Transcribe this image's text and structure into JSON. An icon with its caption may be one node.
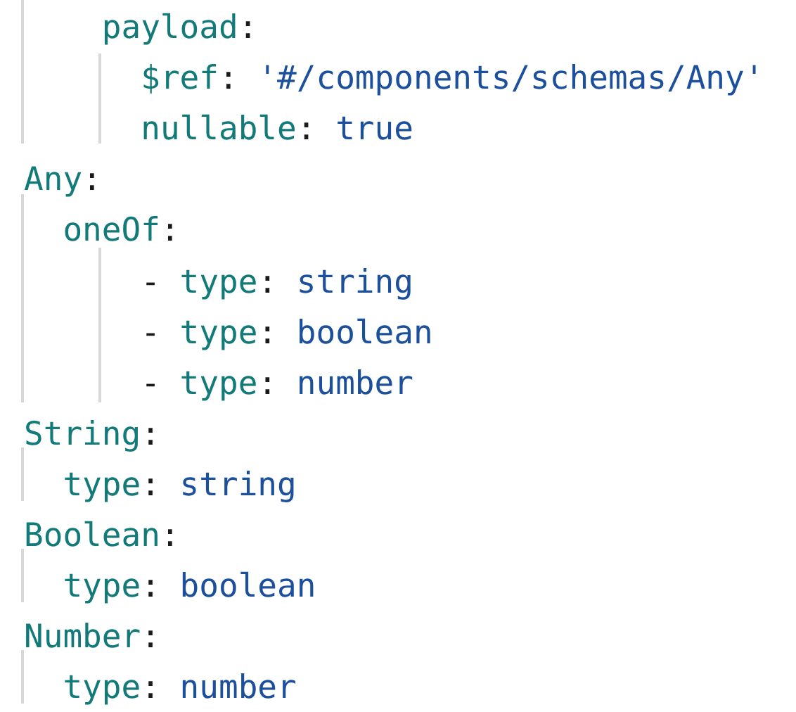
{
  "diagram": {
    "labels": [
      "payload:",
      "$ref: '#/components/schemas/Any'",
      "nullable: true",
      "Any:",
      "oneOf:",
      "- type: string",
      "- type: boolean",
      "- type: number",
      "String:",
      "type: string",
      "Boolean:",
      "type: boolean",
      "Number:",
      "type: number"
    ]
  }
}
